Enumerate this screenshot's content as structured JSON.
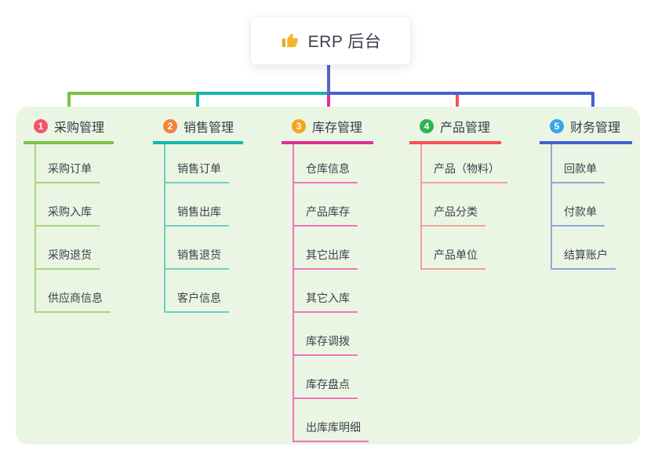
{
  "root": {
    "title": "ERP 后台",
    "icon": "thumbs-up-icon"
  },
  "branches": [
    {
      "index": "1",
      "label": "采购管理",
      "badge_color": "#f4546a",
      "line_color": "#7dc242",
      "child_line_color": "#a9d57f",
      "children": [
        "采购订单",
        "采购入库",
        "采购退货",
        "供应商信息"
      ]
    },
    {
      "index": "2",
      "label": "销售管理",
      "badge_color": "#f6823b",
      "line_color": "#13b5ab",
      "child_line_color": "#6fcfc5",
      "children": [
        "销售订单",
        "销售出库",
        "销售退货",
        "客户信息"
      ]
    },
    {
      "index": "3",
      "label": "库存管理",
      "badge_color": "#f7a41f",
      "line_color": "#e02f92",
      "child_line_color": "#ee74ba",
      "children": [
        "仓库信息",
        "产品库存",
        "其它出库",
        "其它入库",
        "库存调拨",
        "库存盘点",
        "出库库明细"
      ]
    },
    {
      "index": "4",
      "label": "产品管理",
      "badge_color": "#2eb553",
      "line_color": "#f65056",
      "child_line_color": "#f89d98",
      "children": [
        "产品（物料）",
        "产品分类",
        "产品单位"
      ]
    },
    {
      "index": "5",
      "label": "财务管理",
      "badge_color": "#35a6e8",
      "line_color": "#4361d2",
      "child_line_color": "#8ea6de",
      "children": [
        "回款单",
        "付款单",
        "结算账户"
      ]
    }
  ],
  "colors": {
    "canvas_bg": "#ffffff",
    "panel_bg": "#eaf6e3",
    "stem": "#5565c8",
    "thumb_icon": "#f2b430",
    "thumb_cuff": "#e8a825",
    "root_text": "#3a3f4b"
  }
}
